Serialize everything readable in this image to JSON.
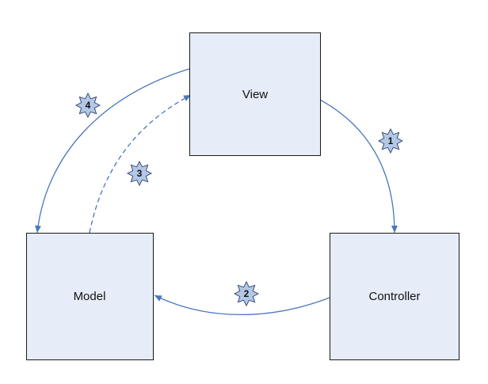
{
  "components": {
    "view": "View",
    "controller": "Controller",
    "model": "Model"
  },
  "steps": [
    "1",
    "2",
    "3",
    "4"
  ],
  "colors": {
    "box_fill": "#e6edf8",
    "arrow": "#4a76bd",
    "star_fill": "#b3c7e6"
  }
}
